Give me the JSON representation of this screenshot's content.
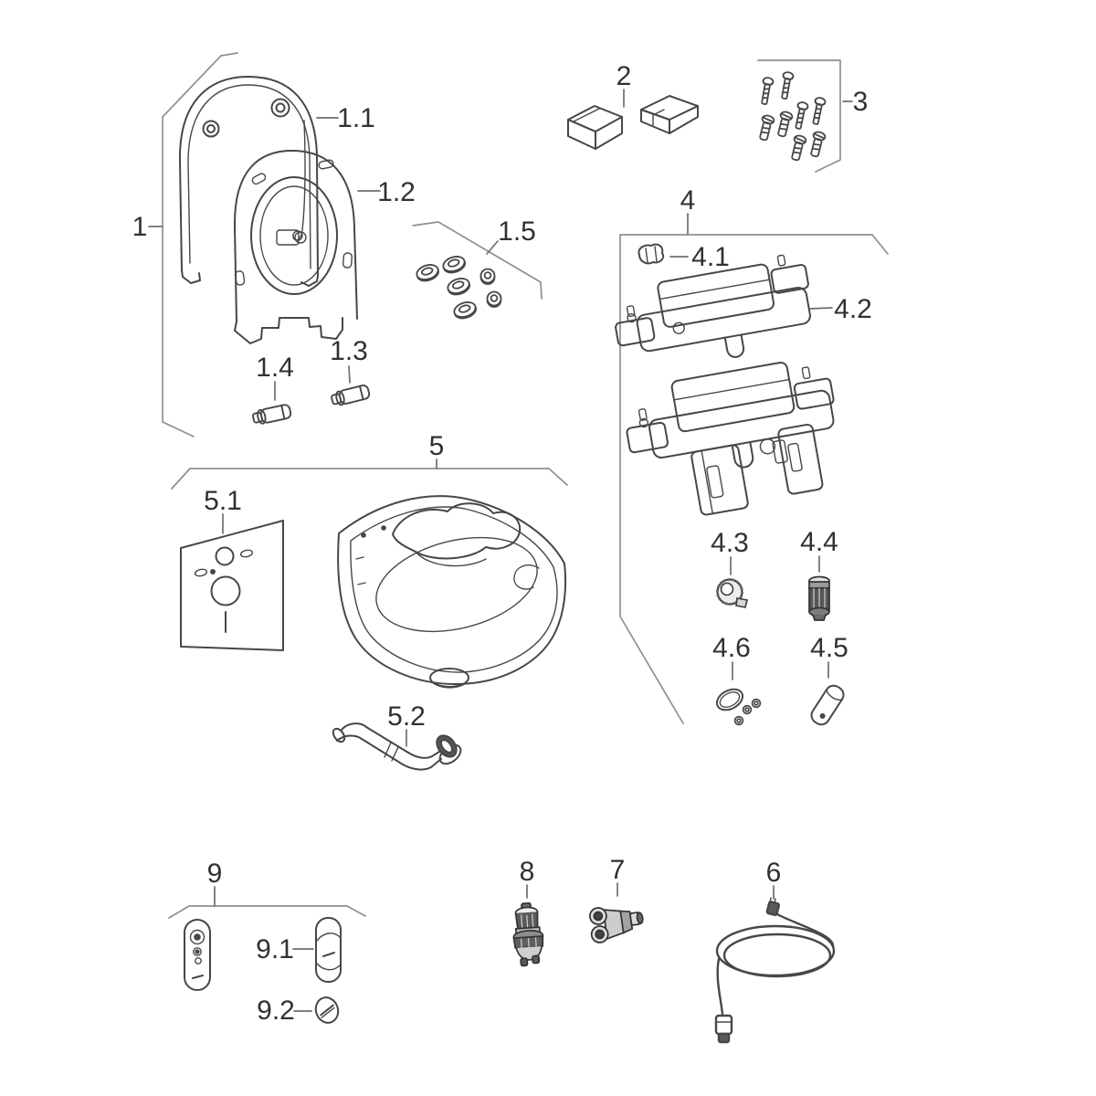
{
  "diagram": {
    "type": "exploded-parts-diagram",
    "background": "#ffffff",
    "line_color": "#474747",
    "bracket_color": "#8f8f8f",
    "label_color": "#313131",
    "labels": {
      "p1": "1",
      "p1_1": "1.1",
      "p1_2": "1.2",
      "p1_3": "1.3",
      "p1_4": "1.4",
      "p1_5": "1.5",
      "p2": "2",
      "p3": "3",
      "p4": "4",
      "p4_1": "4.1",
      "p4_2": "4.2",
      "p4_3": "4.3",
      "p4_4": "4.4",
      "p4_5": "4.5",
      "p4_6": "4.6",
      "p5": "5",
      "p5_1": "5.1",
      "p5_2": "5.2",
      "p6": "6",
      "p7": "7",
      "p8": "8",
      "p9": "9",
      "p9_1": "9.1",
      "p9_2": "9.2"
    }
  }
}
